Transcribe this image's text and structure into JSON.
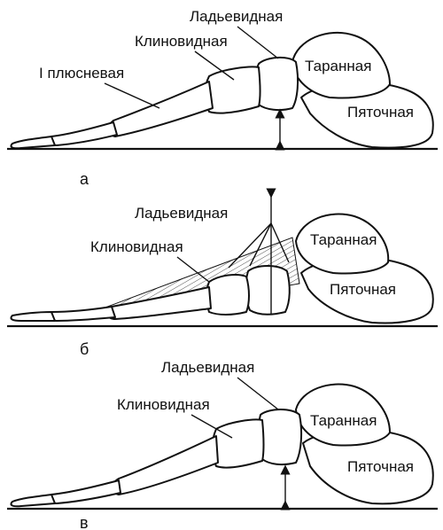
{
  "panels": [
    {
      "letter": "а",
      "labels": {
        "navicular": "Ладьевидная",
        "cuneiform": "Клиновидная",
        "metatarsal": "I плюсневая",
        "talus": "Таранная",
        "calcaneus": "Пяточная"
      }
    },
    {
      "letter": "б",
      "labels": {
        "navicular": "Ладьевидная",
        "cuneiform": "Клиновидная",
        "talus": "Таранная",
        "calcaneus": "Пяточная"
      }
    },
    {
      "letter": "в",
      "labels": {
        "navicular": "Ладьевидная",
        "cuneiform": "Клиновидная",
        "talus": "Таранная",
        "calcaneus": "Пяточная"
      }
    }
  ]
}
